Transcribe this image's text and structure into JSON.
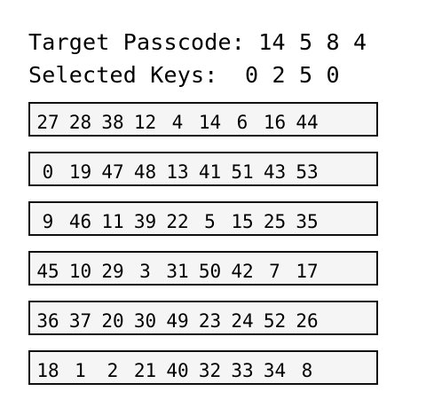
{
  "target": {
    "label": "Target Passcode:",
    "digits": [
      "14",
      "5",
      "8",
      "4"
    ]
  },
  "selected": {
    "label": "Selected Keys:",
    "digits": [
      "0",
      "2",
      "5",
      "0"
    ]
  },
  "keypad": {
    "rows": [
      [
        "27",
        "28",
        "38",
        "12",
        "4",
        "14",
        "6",
        "16",
        "44"
      ],
      [
        "0",
        "19",
        "47",
        "48",
        "13",
        "41",
        "51",
        "43",
        "53"
      ],
      [
        "9",
        "46",
        "11",
        "39",
        "22",
        "5",
        "15",
        "25",
        "35"
      ],
      [
        "45",
        "10",
        "29",
        "3",
        "31",
        "50",
        "42",
        "7",
        "17"
      ],
      [
        "36",
        "37",
        "20",
        "30",
        "49",
        "23",
        "24",
        "52",
        "26"
      ],
      [
        "18",
        "1",
        "2",
        "21",
        "40",
        "32",
        "33",
        "34",
        "8"
      ]
    ]
  }
}
